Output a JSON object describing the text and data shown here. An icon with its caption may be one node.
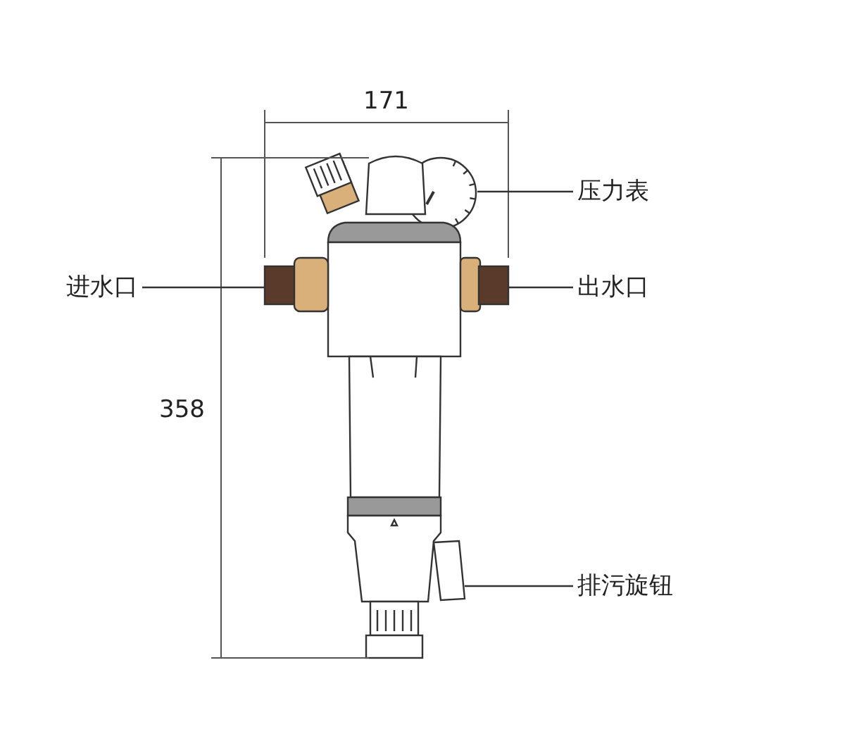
{
  "diagram": {
    "nodes": [
      {
        "text": [
          "压力表"
        ]
      },
      {
        "text": [
          "进水口"
        ]
      },
      {
        "text": [
          "出水口"
        ]
      },
      {
        "text": [
          "排污旋钮"
        ]
      }
    ],
    "edges": [
      {
        "from": 0,
        "to": null,
        "arrow": "none"
      },
      {
        "from": 1,
        "to": null,
        "arrow": "none"
      },
      {
        "from": 2,
        "to": null,
        "arrow": "none"
      },
      {
        "from": 3,
        "to": null,
        "arrow": "none"
      }
    ],
    "labels": [
      "171",
      "358"
    ]
  }
}
